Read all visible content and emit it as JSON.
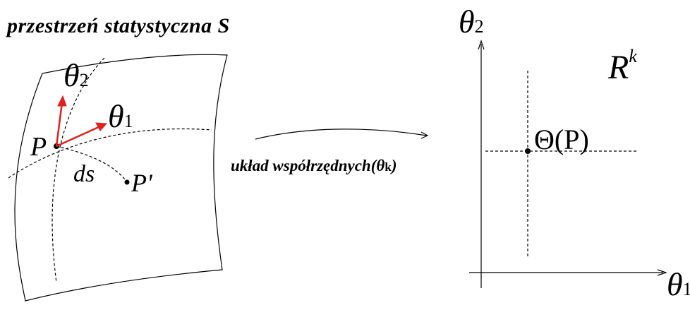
{
  "left_panel": {
    "title": "przestrzeń  statystyczna  S",
    "theta2_symbol": "θ",
    "theta2_sub": "2",
    "theta1_symbol": "θ",
    "theta1_sub": "1",
    "point_P": "P",
    "ds_label": "ds",
    "point_P_prime": "P'"
  },
  "mapping": {
    "label_text": "układ współrzędnych",
    "label_paren_open": "(",
    "label_theta": "θ",
    "label_sub": "k",
    "label_paren_close": ")"
  },
  "right_panel": {
    "axis_y_symbol": "θ",
    "axis_y_sub": "2",
    "axis_x_symbol": "θ",
    "axis_x_sub": "1",
    "space_name": "R",
    "space_exponent": "k",
    "point_label": "Θ(P)"
  },
  "colors": {
    "ink": "#000000",
    "vector": "#e0201b"
  }
}
